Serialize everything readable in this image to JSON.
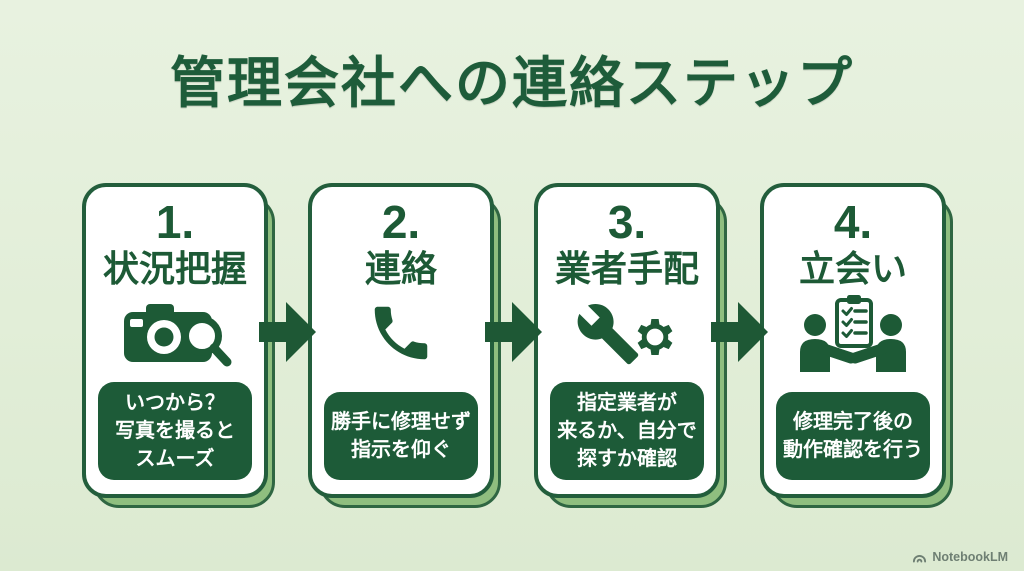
{
  "page": {
    "title": "管理会社への連絡ステップ",
    "watermark": "NotebookLM"
  },
  "colors": {
    "background_light_green": "#e3efd9",
    "dark_green": "#1d5b38",
    "card_border_green": "#235e3c",
    "card_shadow_green": "#8fbe7f",
    "card_fill": "#ffffff",
    "note_text": "#ffffff",
    "watermark_gray": "#6e7f73"
  },
  "steps": [
    {
      "number": "1.",
      "title": "状況把握",
      "icon": "camera-magnifier-icon",
      "note_lines": [
        "いつから？",
        "写真を撮ると",
        "スムーズ"
      ]
    },
    {
      "number": "2.",
      "title": "連絡",
      "icon": "phone-icon",
      "note_lines": [
        "勝手に修理せず",
        "指示を仰ぐ"
      ]
    },
    {
      "number": "3.",
      "title": "業者手配",
      "icon": "wrench-gear-icon",
      "note_lines": [
        "指定業者が",
        "来るか、自分で",
        "探すか確認"
      ]
    },
    {
      "number": "4.",
      "title": "立会い",
      "icon": "handshake-clipboard-icon",
      "note_lines": [
        "修理完了後の",
        "動作確認を行う"
      ]
    }
  ]
}
